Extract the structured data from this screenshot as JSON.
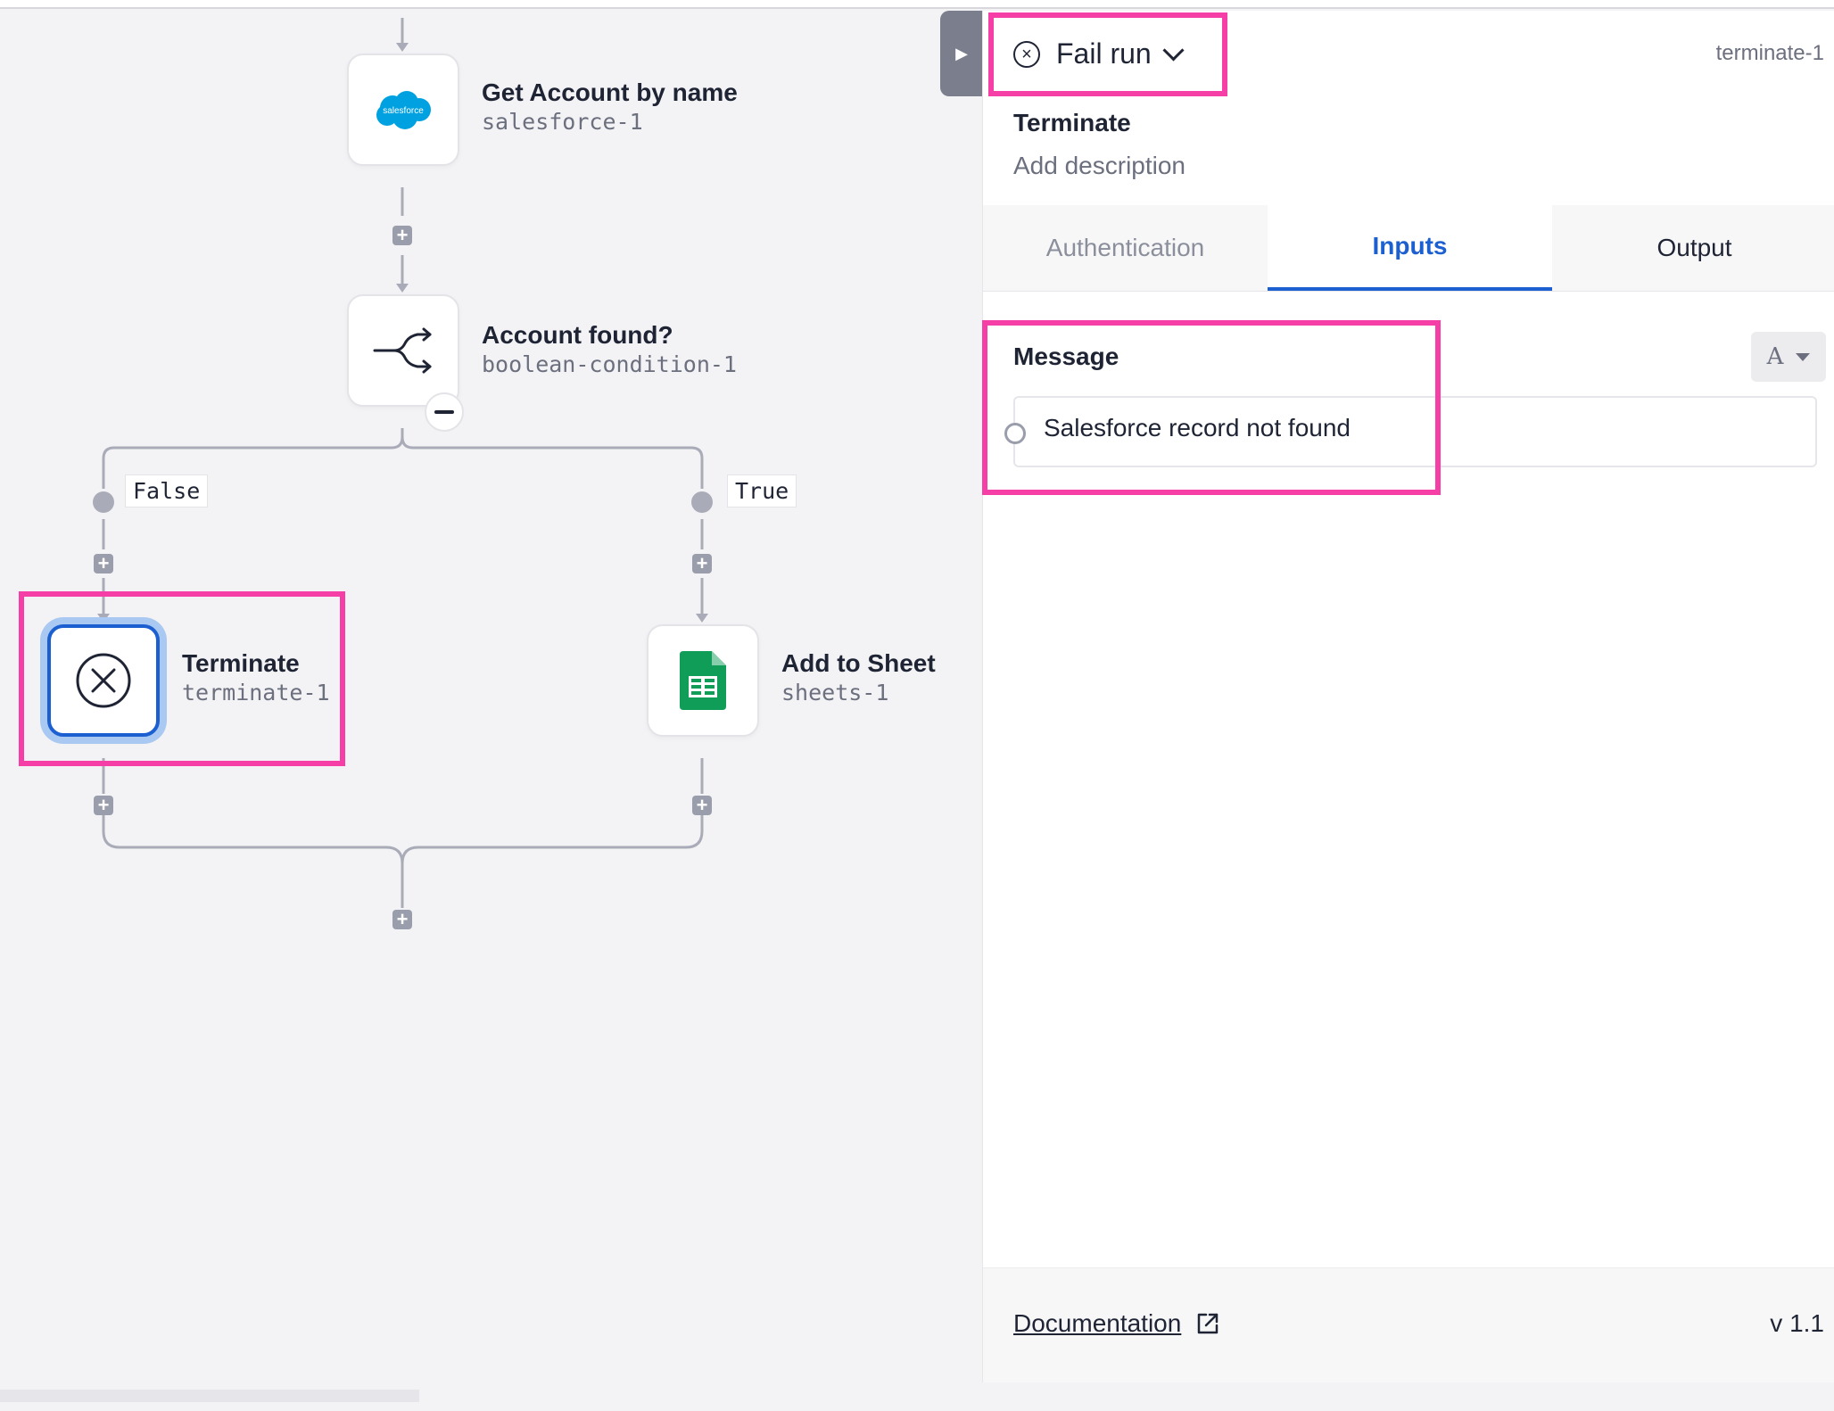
{
  "canvas": {
    "nodes": [
      {
        "title": "Get Account by name",
        "id": "salesforce-1",
        "icon": "salesforce-icon"
      },
      {
        "title": "Account found?",
        "id": "boolean-condition-1",
        "icon": "branch-icon"
      },
      {
        "title": "Terminate",
        "id": "terminate-1",
        "icon": "close-circle-icon"
      },
      {
        "title": "Add to Sheet",
        "id": "sheets-1",
        "icon": "google-sheets-icon"
      }
    ],
    "branches": {
      "false_label": "False",
      "true_label": "True"
    },
    "salesforce_logo_text": "salesforce"
  },
  "panel": {
    "action_label": "Fail run",
    "step_id": "terminate-1",
    "title": "Terminate",
    "description_placeholder": "Add description",
    "tabs": [
      {
        "label": "Authentication",
        "state": "muted"
      },
      {
        "label": "Inputs",
        "state": "active"
      },
      {
        "label": "Output",
        "state": "normal"
      }
    ],
    "message_label": "Message",
    "type_button": "A",
    "message_value": "Salesforce record not found",
    "documentation_label": "Documentation",
    "version": "v 1.1"
  },
  "colors": {
    "accent": "#1b5fd1",
    "highlight": "#f53fa6",
    "sheets_green": "#0f9d58",
    "salesforce_blue": "#00a1e0"
  }
}
